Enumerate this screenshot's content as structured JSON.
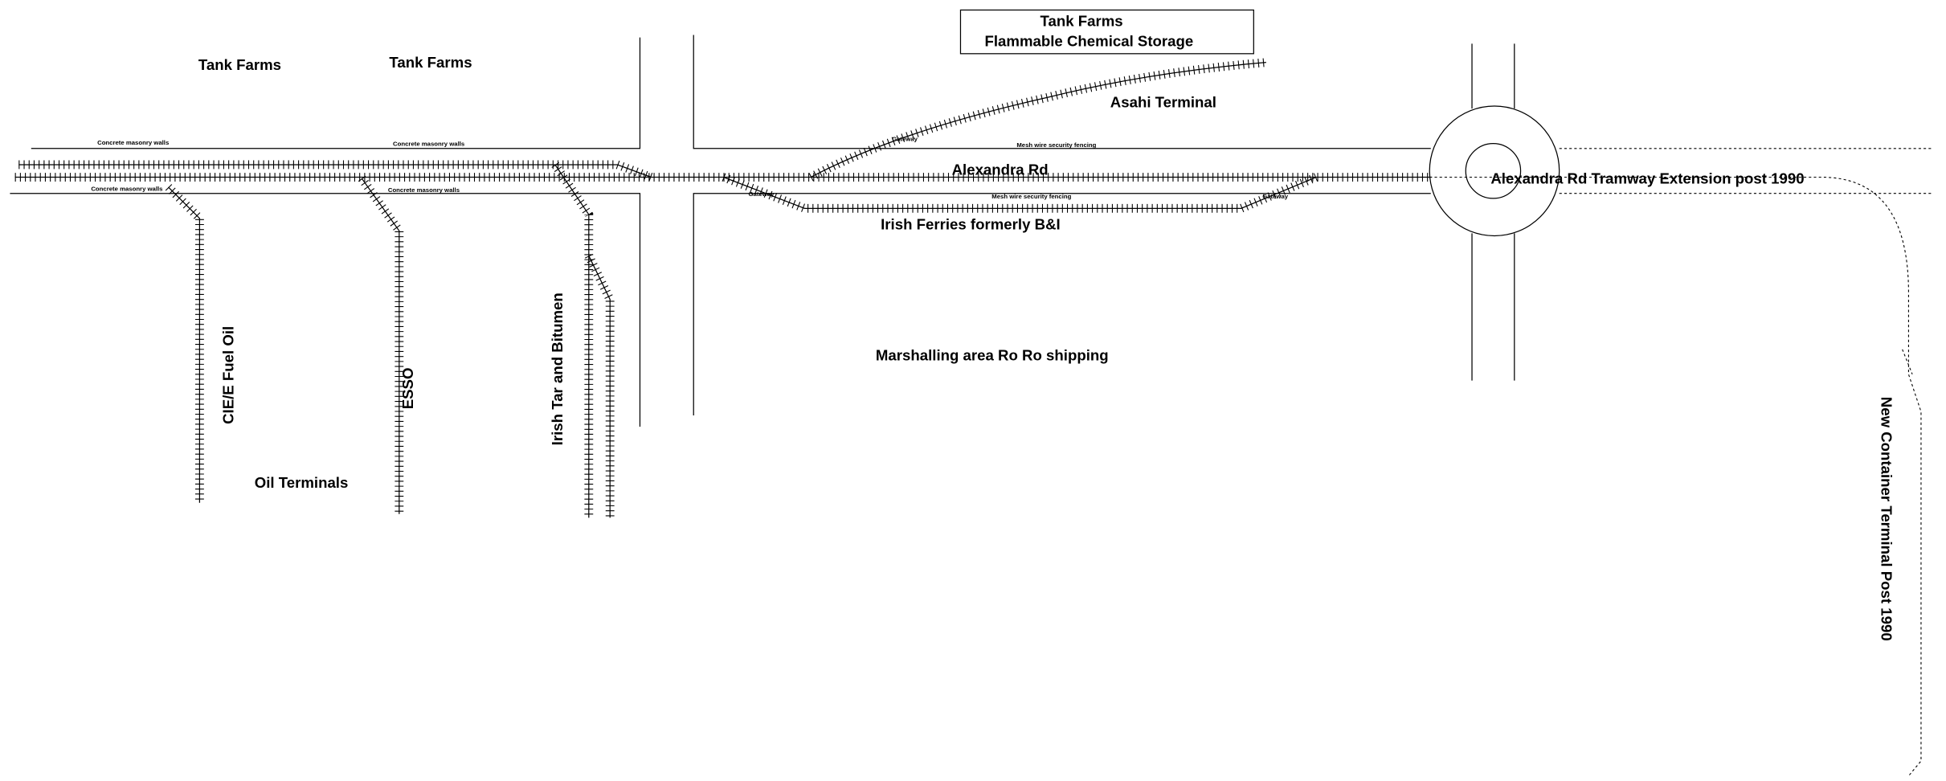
{
  "title_box": {
    "line1": "Tank Farms",
    "line2": "Flammable Chemical Storage"
  },
  "labels": {
    "tank_farms_1": "Tank Farms",
    "tank_farms_2": "Tank Farms",
    "asahi": "Asahi Terminal",
    "alexandra_rd": "Alexandra Rd",
    "tramway": "Alexandra Rd Tramway Extension post 1990",
    "irish_ferries": "Irish Ferries formerly B&I",
    "marshalling": "Marshalling area Ro Ro shipping",
    "cie": "CIE/E Fuel Oil",
    "esso": "ESSO",
    "irish_tar": "Irish Tar and Bitumen",
    "oil_terminals": "Oil Terminals",
    "container": "New Container Terminal Post 1990"
  },
  "small_labels": {
    "wall_1": "Concrete masonry walls",
    "wall_2": "Concrete masonry walls",
    "wall_3": "Concrete masonry walls",
    "wall_4": "Concrete masonry walls",
    "gateway_1": "Gateway",
    "gateway_2": "Gateway",
    "gateway_3": "Gateway",
    "fence_1": "Mesh wire security fencing",
    "fence_2": "Mesh wire security fencing"
  }
}
